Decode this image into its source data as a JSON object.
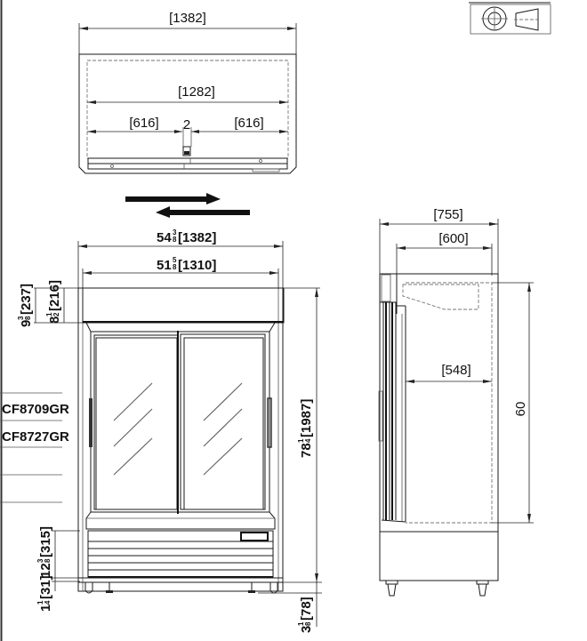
{
  "top_view": {
    "overall_width": "[1382]",
    "inner_width": "[1282]",
    "left_section": "[616]",
    "gap": "2",
    "right_section": "[616]"
  },
  "symbol": {
    "name": "third-angle-projection-symbol"
  },
  "front_view": {
    "overall_width_whole": "54",
    "overall_width_frac_num": "3",
    "overall_width_frac_den": "8",
    "overall_width_mm": "[1382]",
    "inner_width_whole": "51",
    "inner_width_frac_num": "5",
    "inner_width_frac_den": "8",
    "inner_width_mm": "[1310]",
    "canopy_outer_whole": "9",
    "canopy_outer_frac_num": "3",
    "canopy_outer_frac_den": "8",
    "canopy_outer_mm": "[237]",
    "canopy_inner_whole": "8",
    "canopy_inner_frac_num": "1",
    "canopy_inner_frac_den": "2",
    "canopy_inner_mm": "[216]",
    "height_whole": "78",
    "height_frac_num": "1",
    "height_frac_den": "4",
    "height_mm": "[1987]",
    "base_whole": "12",
    "base_frac_num": "3",
    "base_frac_den": "8",
    "base_mm": "[315]",
    "foot_whole": "1",
    "foot_frac_num": "1",
    "foot_frac_den": "4",
    "foot_mm": "[31]",
    "caster_whole": "3",
    "caster_frac_num": "1",
    "caster_frac_den": "8",
    "caster_mm": "[78]"
  },
  "side_view": {
    "overall_depth": "[755]",
    "body_depth": "[600]",
    "interior_depth": "[548]",
    "interior_height": "60"
  },
  "models": [
    {
      "label": "CF8709GR"
    },
    {
      "label": "CF8727GR"
    },
    {
      "label": ""
    },
    {
      "label": ""
    }
  ],
  "sliding_arrows": {
    "top": "arrow-right",
    "bottom": "arrow-left"
  }
}
